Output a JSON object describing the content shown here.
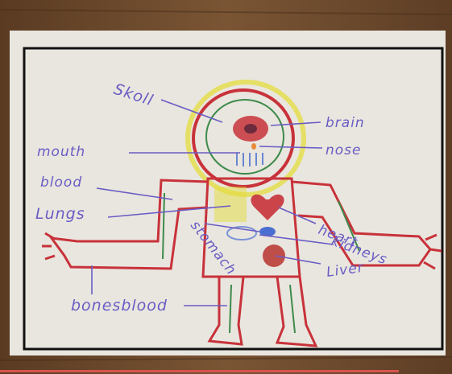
{
  "labels": {
    "skull": "Skoll",
    "brain": "brain",
    "mouth": "mouth",
    "nose": "nose",
    "blood": "blood",
    "lungs": "Lungs",
    "heart": "heart",
    "stomach": "stomach",
    "kidneys": "kidneys",
    "liver": "Liver",
    "bones_blood": "bonesblood"
  },
  "colors": {
    "table": "#6b4a2e",
    "paper": "#e9e6df",
    "frame": "#111111",
    "crayon_red": "#c8323a",
    "crayon_green": "#3d8a4a",
    "crayon_yellow": "#e3dc3c",
    "crayon_purple": "#6a5cc4",
    "crayon_orange": "#e88a3a",
    "crayon_blue": "#4a6fd0"
  }
}
